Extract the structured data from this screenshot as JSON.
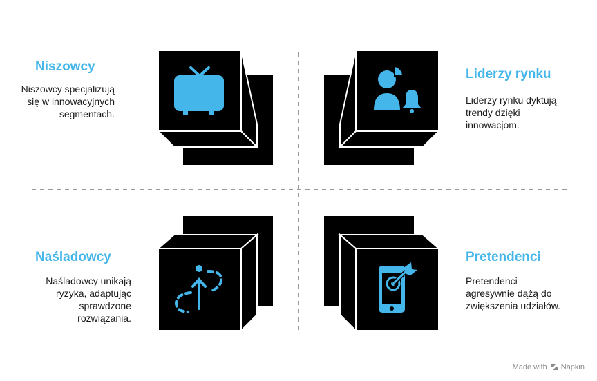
{
  "quadrants": [
    {
      "title": "Niszowcy",
      "description": "Niszowcy specjalizują się w innowacyjnych segmentach.",
      "icon": "tv-icon"
    },
    {
      "title": "Liderzy rynku",
      "description": "Liderzy rynku dyktują trendy dzięki innowacjom.",
      "icon": "user-chart-bell-icon"
    },
    {
      "title": "Naśladowcy",
      "description": "Naśladowcy unikają ryzyka, adaptując sprawdzone rozwiązania.",
      "icon": "dashed-path-arrow-icon"
    },
    {
      "title": "Pretendenci",
      "description": "Pretendenci agresywnie dążą do zwiększenia udziałów.",
      "icon": "phone-target-icon"
    }
  ],
  "footer": {
    "made_with": "Made with",
    "brand": "Napkin"
  },
  "colors": {
    "accent": "#45b6e9",
    "box": "#000000",
    "text": "#1a1a1a",
    "divider": "#9a9a9a"
  }
}
